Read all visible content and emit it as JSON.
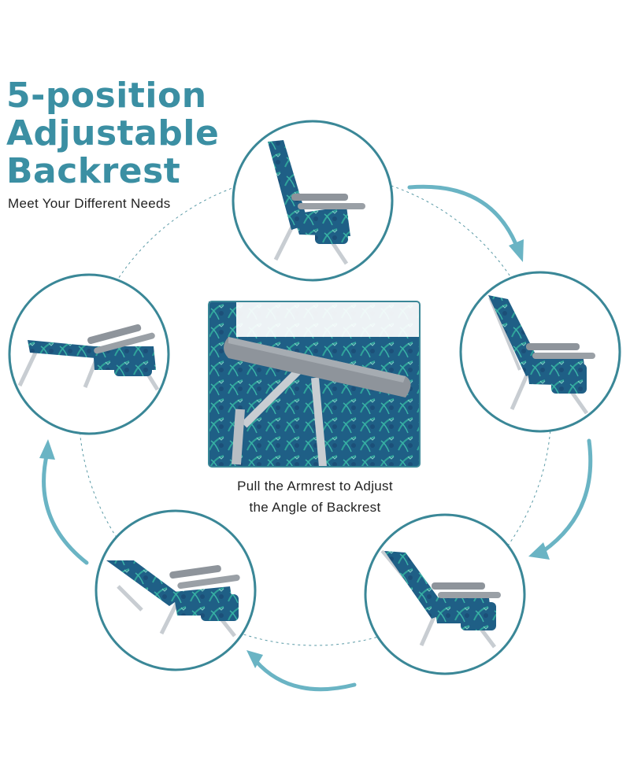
{
  "headline": {
    "line1": "5-position",
    "line2": "Adjustable",
    "line3": "Backrest"
  },
  "subheadline": "Meet Your Different Needs",
  "caption": {
    "line1": "Pull the Armrest to Adjust",
    "line2": "the Angle of Backrest"
  },
  "colors": {
    "accent": "#3b8fa3",
    "circle_border": "#3a8797",
    "fabric": "#1f5f86",
    "armrest": "#8e949b",
    "frame": "#c8cdd2"
  },
  "positions": [
    "upright",
    "reclined-1",
    "reclined-2",
    "reclined-3",
    "flat"
  ]
}
